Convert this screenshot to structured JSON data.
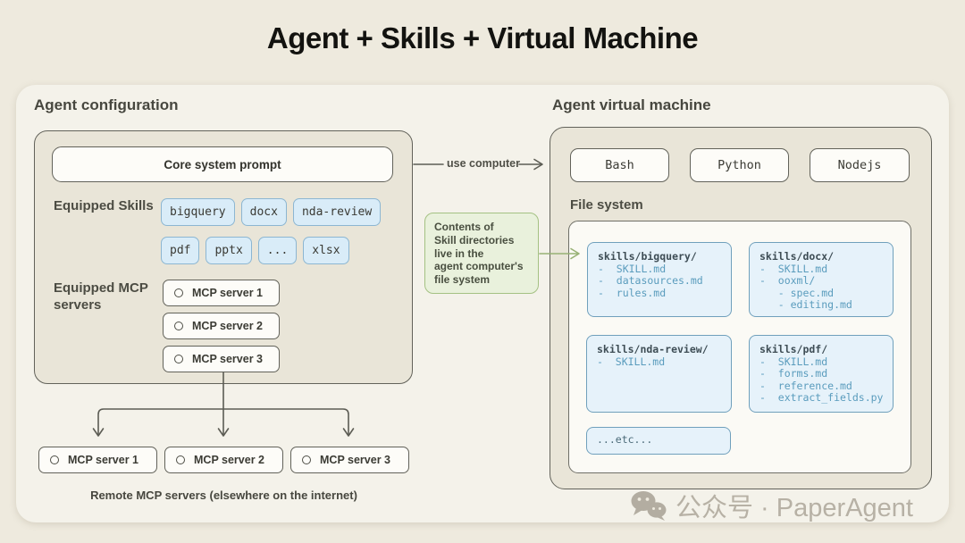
{
  "title": "Agent + Skills + Virtual Machine",
  "agent_configuration": {
    "heading": "Agent configuration",
    "core_system_prompt": "Core system prompt",
    "equipped_skills_label": "Equipped Skills",
    "skills_row1": [
      "bigquery",
      "docx",
      "nda-review"
    ],
    "skills_row2": [
      "pdf",
      "pptx",
      "...",
      "xlsx"
    ],
    "equipped_mcp_label": "Equipped MCP servers",
    "mcp_servers": [
      "MCP server 1",
      "MCP server 2",
      "MCP server 3"
    ]
  },
  "connectors": {
    "use_computer_label": "use computer"
  },
  "skill_note": {
    "lines": [
      "Contents of",
      "Skill directories",
      "live in the",
      "agent computer's",
      "file system"
    ]
  },
  "virtual_machine": {
    "heading": "Agent virtual machine",
    "runtimes": [
      "Bash",
      "Python",
      "Nodejs"
    ],
    "file_system_label": "File system",
    "directories": [
      {
        "title": "skills/bigquery/",
        "lines": [
          "-  SKILL.md",
          "-  datasources.md",
          "-  rules.md"
        ]
      },
      {
        "title": "skills/docx/",
        "lines": [
          "-  SKILL.md",
          "-  ooxml/",
          "   - spec.md",
          "   - editing.md"
        ]
      },
      {
        "title": "skills/nda-review/",
        "lines": [
          "-  SKILL.md"
        ]
      },
      {
        "title": "skills/pdf/",
        "lines": [
          "-  SKILL.md",
          "-  forms.md",
          "-  reference.md",
          "-  extract_fields.py"
        ]
      }
    ],
    "etc_label": "...etc..."
  },
  "remote_mcp": {
    "servers": [
      "MCP server 1",
      "MCP server 2",
      "MCP server 3"
    ],
    "caption": "Remote MCP servers (elsewhere on the internet)"
  },
  "watermark": {
    "text": "公众号 · PaperAgent"
  },
  "colors": {
    "page_background": "#eeeade",
    "panel_background": "#f4f2ea",
    "box_beige": "#e9e5d8",
    "box_border": "#62625a",
    "badge_background": "#d9ecf8",
    "badge_border": "#8cb6d2",
    "directory_background": "#e6f2fa",
    "directory_border": "#70a0bc",
    "directory_title_text": "#3e4d55",
    "directory_item_text": "#5a9cbd",
    "note_background": "#e9f1dc",
    "note_border": "#a4c183",
    "arrow_green": "#98b175",
    "arrow_gray": "#5c5c54",
    "watermark_gray": "#b7b1a5"
  }
}
